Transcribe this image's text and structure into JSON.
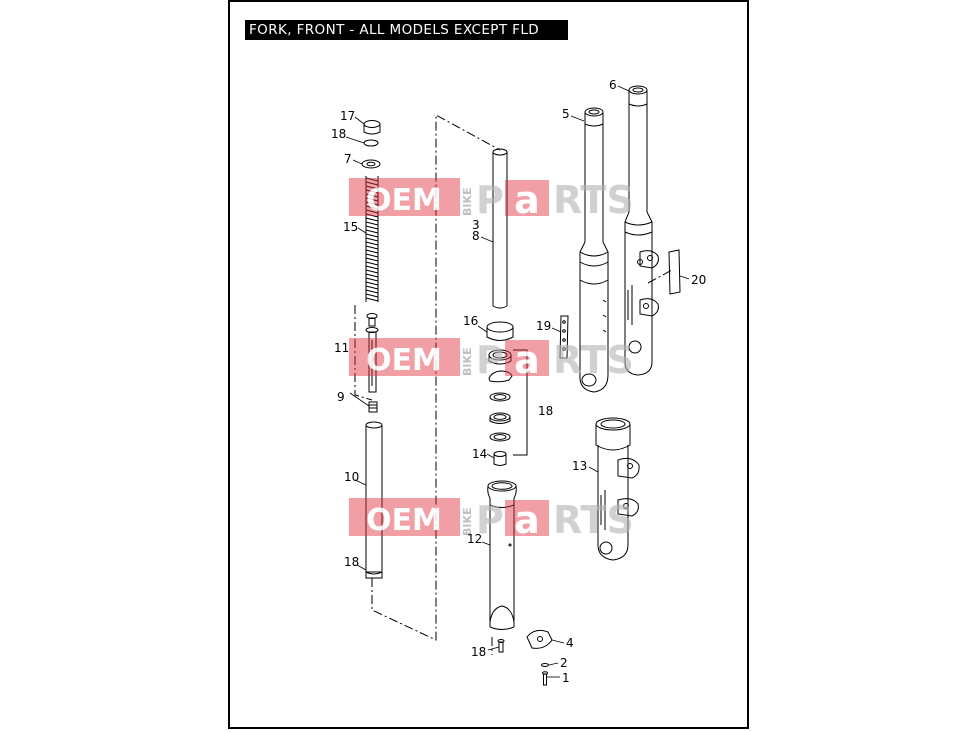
{
  "title": "FORK, FRONT - ALL MODELS EXCEPT FLD",
  "watermark": {
    "oem": "OEM",
    "bike": "BIKE",
    "parts_p": "P",
    "parts_a": "a",
    "parts_rts": "RTS"
  },
  "callouts": {
    "c17": "17",
    "c18a": "18",
    "c7": "7",
    "c15": "15",
    "c11": "11",
    "c9": "9",
    "c10": "10",
    "c18b": "18",
    "c3": "3",
    "c8": "8",
    "c16": "16",
    "c18c": "18",
    "c14": "14",
    "c12": "12",
    "c18d": "18",
    "c4": "4",
    "c2": "2",
    "c1": "1",
    "c5": "5",
    "c6": "6",
    "c19": "19",
    "c20": "20",
    "c13": "13"
  },
  "colors": {
    "watermark_red": "#e0323c",
    "watermark_gray": "#b4b4b4",
    "line": "#000000"
  }
}
